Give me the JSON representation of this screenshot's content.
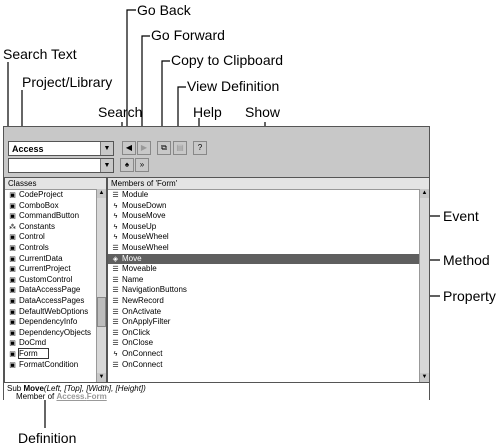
{
  "callouts": {
    "go_back": "Go Back",
    "go_forward": "Go Forward",
    "search_text": "Search Text",
    "project_library": "Project/Library",
    "copy_to_clipboard": "Copy to Clipboard",
    "view_definition": "View Definition",
    "search": "Search",
    "help": "Help",
    "show": "Show",
    "event": "Event",
    "method": "Method",
    "property": "Property",
    "definition": "Definition"
  },
  "toolbar": {
    "library_value": "Access",
    "search_value": ""
  },
  "classes": {
    "header": "Classes",
    "items": [
      {
        "label": "CodeProject",
        "icon": "class-icon"
      },
      {
        "label": "ComboBox",
        "icon": "class-icon"
      },
      {
        "label": "CommandButton",
        "icon": "class-icon"
      },
      {
        "label": "Constants",
        "icon": "enum-icon"
      },
      {
        "label": "Control",
        "icon": "class-icon"
      },
      {
        "label": "Controls",
        "icon": "class-icon"
      },
      {
        "label": "CurrentData",
        "icon": "class-icon"
      },
      {
        "label": "CurrentProject",
        "icon": "class-icon"
      },
      {
        "label": "CustomControl",
        "icon": "class-icon"
      },
      {
        "label": "DataAccessPage",
        "icon": "class-icon"
      },
      {
        "label": "DataAccessPages",
        "icon": "class-icon"
      },
      {
        "label": "DefaultWebOptions",
        "icon": "class-icon"
      },
      {
        "label": "DependencyInfo",
        "icon": "class-icon"
      },
      {
        "label": "DependencyObjects",
        "icon": "class-icon"
      },
      {
        "label": "DoCmd",
        "icon": "class-icon"
      },
      {
        "label": "Form",
        "icon": "class-icon"
      },
      {
        "label": "FormatCondition",
        "icon": "class-icon"
      }
    ]
  },
  "members": {
    "header": "Members of 'Form'",
    "items": [
      {
        "label": "Module",
        "icon": "property-icon"
      },
      {
        "label": "MouseDown",
        "icon": "event-icon"
      },
      {
        "label": "MouseMove",
        "icon": "event-icon"
      },
      {
        "label": "MouseUp",
        "icon": "event-icon"
      },
      {
        "label": "MouseWheel",
        "icon": "event-icon"
      },
      {
        "label": "MouseWheel",
        "icon": "property-icon"
      },
      {
        "label": "Move",
        "icon": "method-icon"
      },
      {
        "label": "Moveable",
        "icon": "property-icon"
      },
      {
        "label": "Name",
        "icon": "property-icon"
      },
      {
        "label": "NavigationButtons",
        "icon": "property-icon"
      },
      {
        "label": "NewRecord",
        "icon": "property-icon"
      },
      {
        "label": "OnActivate",
        "icon": "property-icon"
      },
      {
        "label": "OnApplyFilter",
        "icon": "property-icon"
      },
      {
        "label": "OnClick",
        "icon": "property-icon"
      },
      {
        "label": "OnClose",
        "icon": "property-icon"
      },
      {
        "label": "OnConnect",
        "icon": "event-icon"
      },
      {
        "label": "OnConnect",
        "icon": "property-icon"
      }
    ]
  },
  "definition": {
    "sub_prefix": "Sub ",
    "name": "Move",
    "params": "(Left, [Top], [Width], [Height])",
    "member_of_prefix": "Member of ",
    "library_link": "Access",
    "dot": ".",
    "class_link": "Form"
  }
}
